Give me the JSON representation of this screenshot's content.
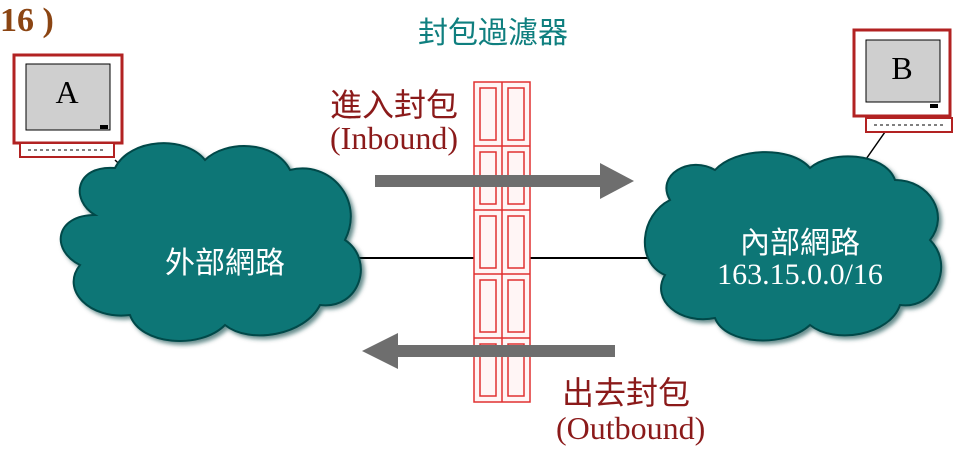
{
  "title_fragment": "16 )",
  "filter_label": "封包過濾器",
  "inbound": {
    "label": "進入封包",
    "label_en": "(Inbound)"
  },
  "outbound": {
    "label": "出去封包",
    "label_en": "(Outbound)"
  },
  "external_network": {
    "label": "外部網路"
  },
  "internal_network": {
    "label": "內部網路",
    "address": "163.15.0.0/16"
  },
  "computers": {
    "a": "A",
    "b": "B"
  },
  "colors": {
    "cloud": "#0c7676",
    "cloud_dark": "#054848",
    "firewall": "#e03030",
    "arrow": "#6e6e6e",
    "title_brown": "#8B4513",
    "label_red": "#8B1A1A",
    "pc_frame": "#b22222",
    "pc_screen": "#cfcfcf"
  }
}
